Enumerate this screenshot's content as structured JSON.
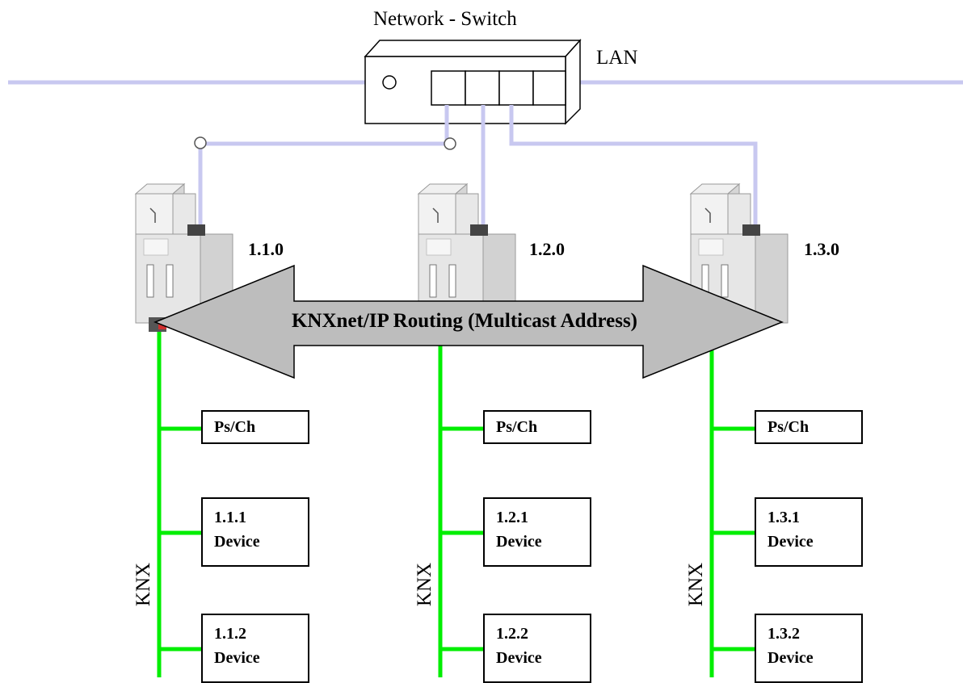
{
  "switch": {
    "title": "Network - Switch",
    "lan_label": "LAN"
  },
  "routing": {
    "label": "KNXnet/IP Routing (Multicast Address)"
  },
  "lines": [
    {
      "coupler_address": "1.1.0",
      "bus_label": "KNX",
      "ps_label": "Ps/Ch",
      "devices": [
        {
          "address": "1.1.1",
          "label": "Device"
        },
        {
          "address": "1.1.2",
          "label": "Device"
        }
      ]
    },
    {
      "coupler_address": "1.2.0",
      "bus_label": "KNX",
      "ps_label": "Ps/Ch",
      "devices": [
        {
          "address": "1.2.1",
          "label": "Device"
        },
        {
          "address": "1.2.2",
          "label": "Device"
        }
      ]
    },
    {
      "coupler_address": "1.3.0",
      "bus_label": "KNX",
      "ps_label": "Ps/Ch",
      "devices": [
        {
          "address": "1.3.1",
          "label": "Device"
        },
        {
          "address": "1.3.2",
          "label": "Device"
        }
      ]
    }
  ],
  "colors": {
    "lan_cable": "#c8c8f0",
    "knx_bus": "#00ee00",
    "arrow_fill": "#bdbdbd",
    "device_body": "#e4e4e4"
  }
}
